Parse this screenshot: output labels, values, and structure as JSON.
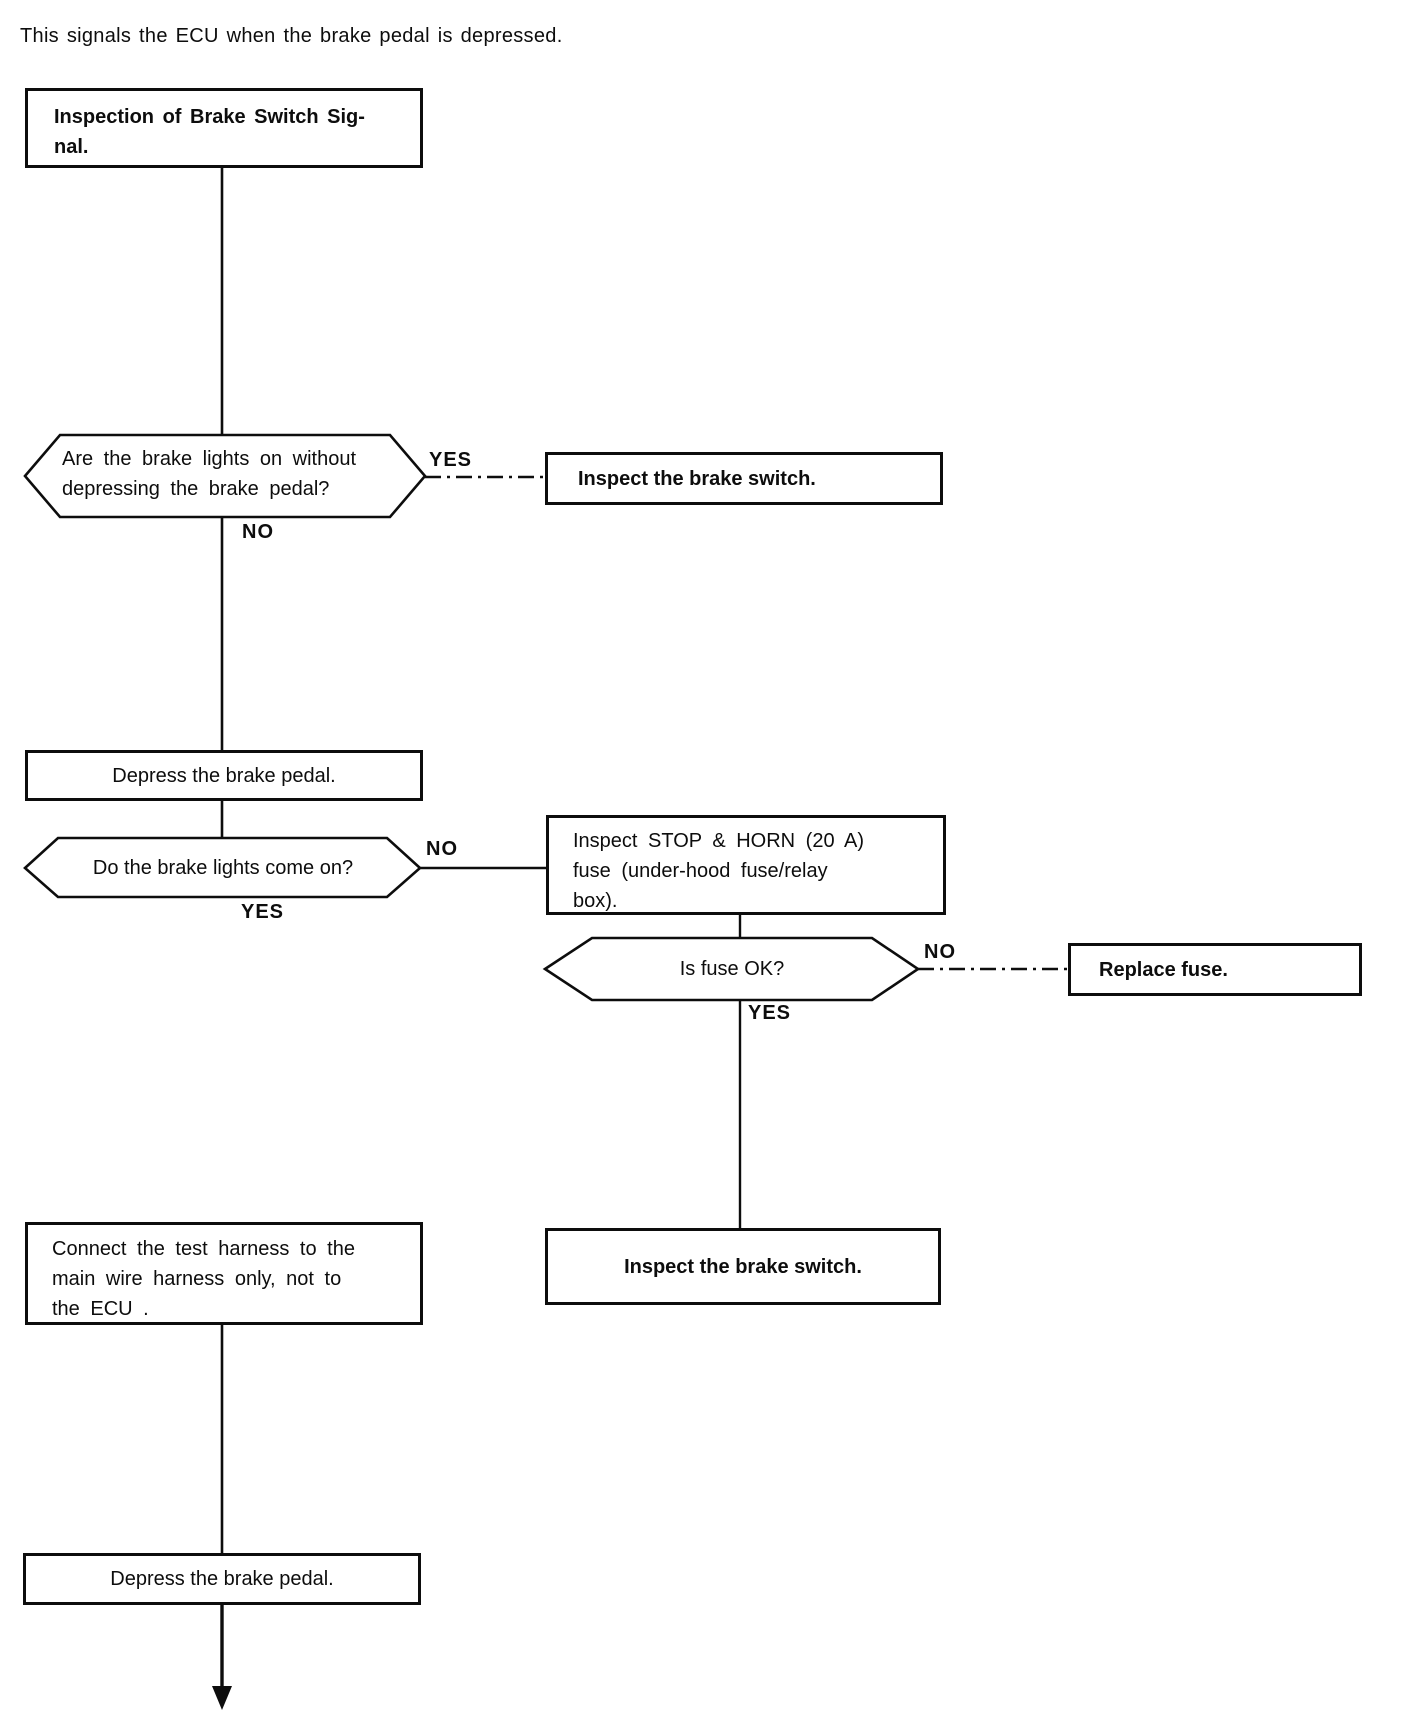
{
  "intro": "This signals the ECU when the brake pedal is depressed.",
  "flow": {
    "title": "Inspection of Brake Switch Sig-\nnal.",
    "q_brake_lights_without": "Are the brake lights on without\ndepressing the brake pedal?",
    "a_inspect_brake_switch_1": "Inspect the brake switch.",
    "a_depress_pedal_1": "Depress the brake pedal.",
    "q_brake_lights_come_on": "Do the brake lights come on?",
    "a_inspect_fuse": "Inspect STOP & HORN (20 A)\nfuse (under-hood fuse/relay\nbox).",
    "q_is_fuse_ok": "Is fuse OK?",
    "a_replace_fuse": "Replace fuse.",
    "a_inspect_brake_switch_2": "Inspect the brake switch.",
    "a_connect_test_harness": "Connect the test harness to the\nmain wire harness only, not to\nthe ECU .",
    "a_depress_pedal_2": "Depress the brake pedal.",
    "labels": {
      "yes1": "YES",
      "no1": "NO",
      "no2": "NO",
      "yes2": "YES",
      "no3": "NO",
      "yes3": "YES"
    }
  },
  "colors": {
    "ink": "#0d0d0d",
    "paper": "#ffffff"
  }
}
